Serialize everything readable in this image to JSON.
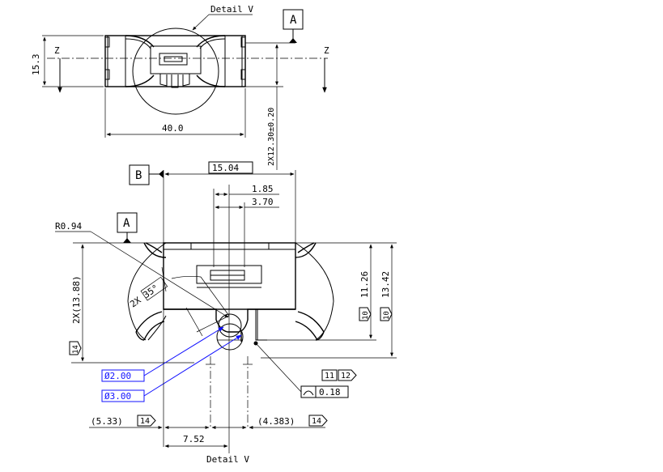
{
  "top_view": {
    "detail_label": "Detail V",
    "datum_a": "A",
    "axis_left": "Z",
    "axis_right": "Z",
    "dim_height": "15.3",
    "dim_width": "40.0",
    "dim_vertical": "2X12.30±0.20"
  },
  "detail_view": {
    "datum_b": "B",
    "datum_a": "A",
    "dim_15_04": "15.04",
    "dim_1_85": "1.85",
    "dim_3_70": "3.70",
    "radius": "R0.94",
    "angle": "2X 35°",
    "dim_13_88": "2X(13.88)",
    "dim_11_26": "11.26",
    "dim_13_42": "13.42",
    "flag_10a": "10",
    "flag_10b": "10",
    "flag_14_left": "14",
    "diam_2": "Ø2.00",
    "diam_3": "Ø3.00",
    "flag_11": "11",
    "flag_12": "12",
    "profile_tol": "0.18",
    "dim_5_33": "(5.33)",
    "flag_14_a": "14",
    "dim_4_383": "(4.383)",
    "flag_14_b": "14",
    "dim_7_52": "7.52",
    "detail_label": "Detail V"
  },
  "colors": {
    "line": "#000000",
    "highlight": "#1010ff",
    "background": "#ffffff"
  }
}
